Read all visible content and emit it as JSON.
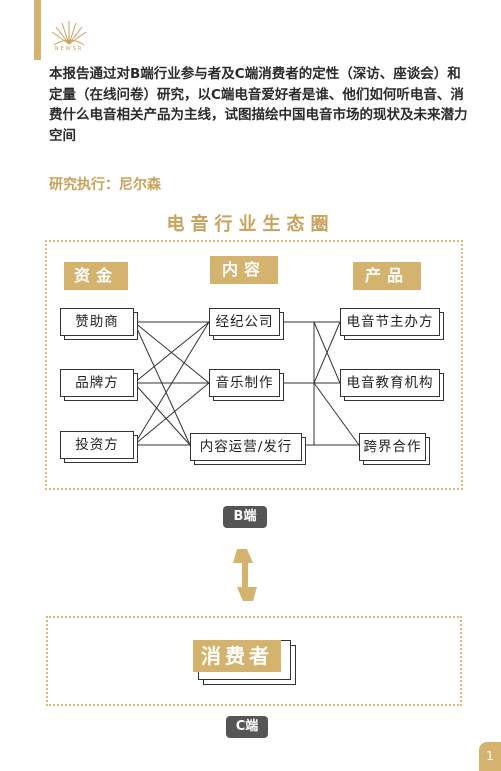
{
  "header": {
    "logo_text": "NEWSR",
    "intro": "本报告通过对B端行业参与者及C端消费者的定性（深访、座谈会）和定量（在线问卷）研究，以C端电音爱好者是谁、他们如何听电音、消费什么电音相关产品为主线，试图描绘中国电音市场的现状及未来潜力空间",
    "executor": "研究执行：尼尔森"
  },
  "diagram": {
    "title": "电音行业生态圈",
    "categories": {
      "funding": "资金",
      "content": "内容",
      "product": "产品"
    },
    "funding_nodes": [
      "赞助商",
      "品牌方",
      "投资方"
    ],
    "content_nodes": [
      "经纪公司",
      "音乐制作",
      "内容运营/发行"
    ],
    "product_nodes": [
      "电音节主办方",
      "电音教育机构",
      "跨界合作"
    ],
    "b_side_label": "B端",
    "consumer_label": "消费者",
    "c_side_label": "C端"
  },
  "page": {
    "number": "1"
  },
  "colors": {
    "accent": "#d4b36e",
    "badge": "#555555",
    "text": "#2b2b2b"
  }
}
